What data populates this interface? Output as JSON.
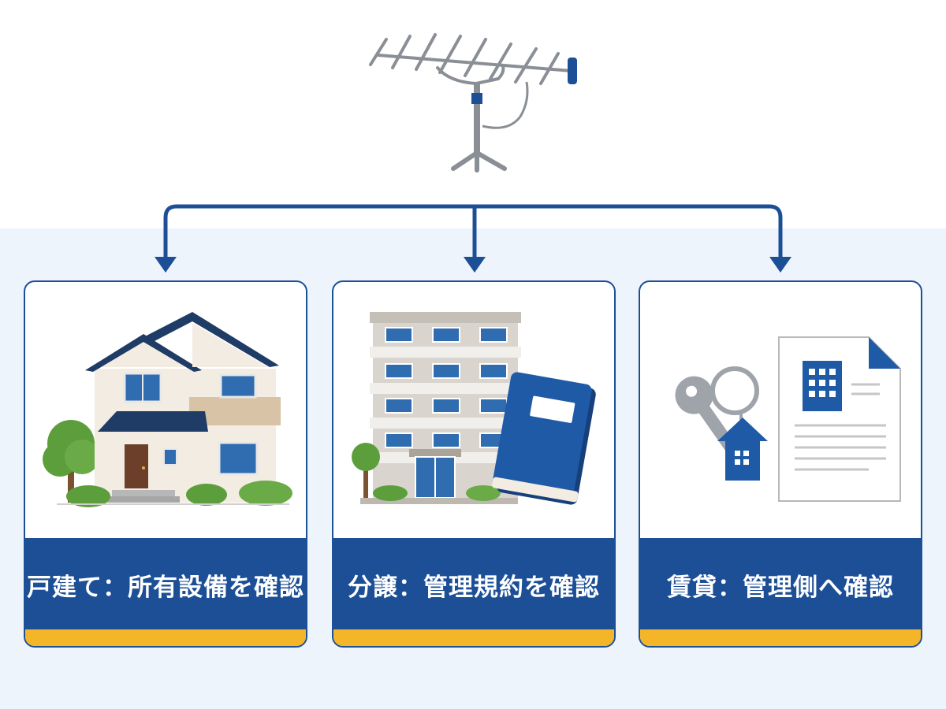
{
  "diagram": {
    "source": {
      "icon": "tv-antenna-icon"
    },
    "connector": {
      "color": "#1c4f96"
    },
    "cards": [
      {
        "id": "detached",
        "icon": "detached-house-icon",
        "label": "戸建て：所有設備を確認"
      },
      {
        "id": "condo",
        "icon": "condominium-building-with-rulebook-icon",
        "label": "分譲：管理規約を確認"
      },
      {
        "id": "rental",
        "icon": "keys-and-lease-contract-icon",
        "label": "賃貸：管理側へ確認"
      }
    ]
  },
  "colors": {
    "primary": "#1c4f96",
    "accent": "#f5b528",
    "background": "#edf4fc"
  }
}
